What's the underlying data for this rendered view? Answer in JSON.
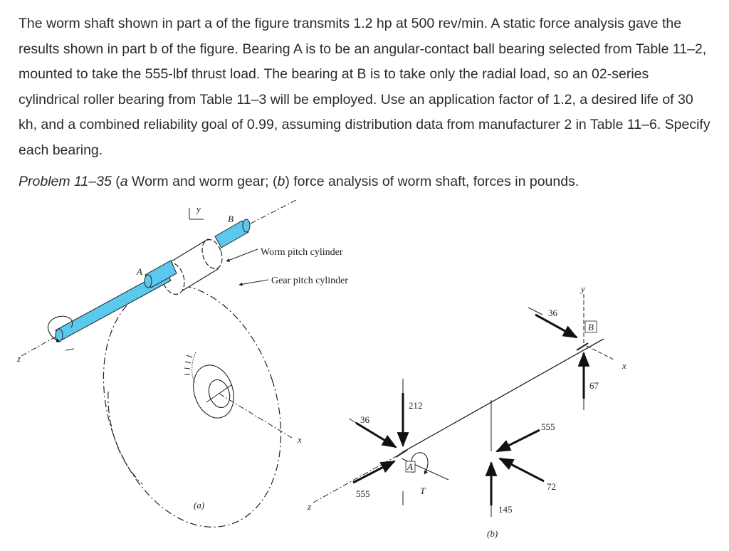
{
  "problem": {
    "text": "The worm shaft shown in part a of the figure transmits 1.2 hp at 500 rev/min. A static force analysis gave the results shown in part b of the figure. Bearing A is to be an angular-contact ball bearing selected from Table 11–2, mounted to take the 555-lbf thrust load. The bearing at B is to take only the radial load, so an 02-series cylindrical roller bearing from Table 11–3 will be employed. Use an application factor of 1.2, a desired life of 30 kh, and a combined reliability goal of 0.99, assuming distribution data from manufacturer 2 in Table 11–6. Specify each bearing."
  },
  "caption": {
    "number": "Problem 11–35",
    "part_a_mark": "a",
    "part_a_text": " Worm and worm gear; (",
    "part_b_mark": "b",
    "part_b_text": ") force analysis of worm shaft, forces in pounds."
  },
  "figure_a": {
    "label_y": "y",
    "label_B": "B",
    "label_A": "A",
    "label_z": "z",
    "label_x": "x",
    "worm_pitch": "Worm pitch cylinder",
    "gear_pitch": "Gear pitch cylinder",
    "part_label": "(a)",
    "shaft_color": "#5bc8ee"
  },
  "figure_b": {
    "label_y": "y",
    "label_B": "B",
    "label_A": "A",
    "label_x": "x",
    "label_z": "z",
    "label_T": "T",
    "f_36_top": "36",
    "f_67": "67",
    "f_212": "212",
    "f_36_left": "36",
    "f_555_right": "555",
    "f_72": "72",
    "f_555_left": "555",
    "f_145": "145",
    "part_label": "(b)"
  }
}
